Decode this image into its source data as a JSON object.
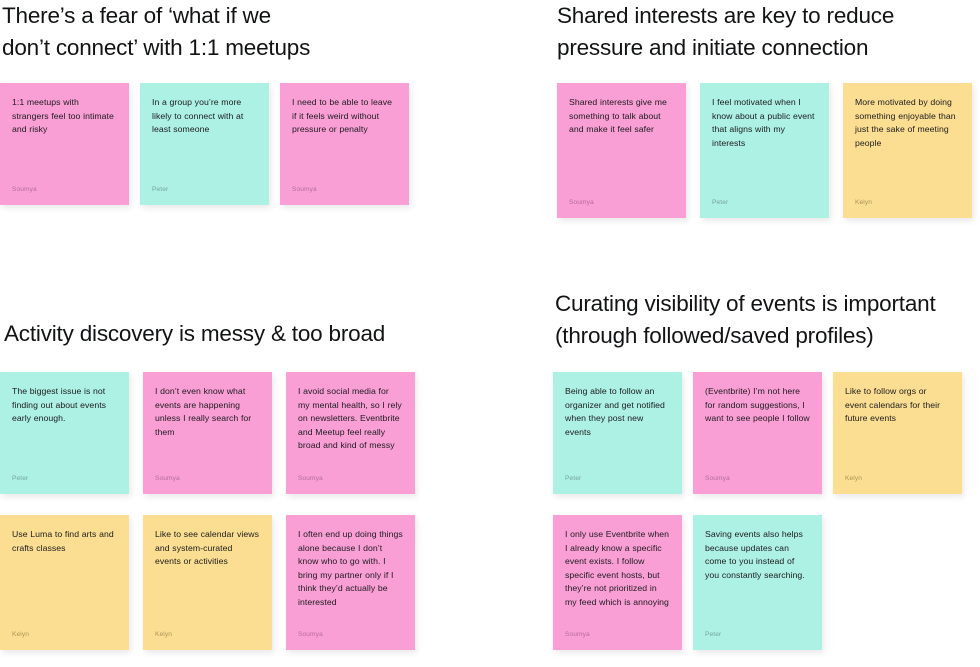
{
  "board": {
    "background_color": "#ffffff",
    "palette": {
      "pink": "#FA9ED6",
      "teal": "#ADF0E4",
      "yellow": "#FBDE91",
      "heading_text": "#121314",
      "note_text": "#1b1c1e"
    }
  },
  "quadrants": [
    {
      "id": "fear",
      "heading": "There’s a fear of ‘what if we\ndon’t connect’ with 1:1 meetups",
      "rows": [
        {
          "notes": [
            {
              "color": "pink",
              "text": "1:1 meetups with strangers feel too intimate and risky",
              "author": "Soumya"
            },
            {
              "color": "teal",
              "text": "In a group you’re more likely to connect with at least someone",
              "author": "Peter"
            },
            {
              "color": "pink",
              "text": "I need to be able to leave if it feels weird without pressure or penalty",
              "author": "Soumya"
            }
          ]
        }
      ]
    },
    {
      "id": "shared",
      "heading": "Shared interests are key to reduce\npressure and initiate connection",
      "rows": [
        {
          "notes": [
            {
              "color": "pink",
              "text": "Shared interests give me something to talk about and make it feel safer",
              "author": "Soumya"
            },
            {
              "color": "teal",
              "text": "I feel motivated when I know about a public event that aligns with my interests",
              "author": "Peter"
            },
            {
              "color": "yellow",
              "text": "More motivated by doing something enjoyable than just the sake of meeting people",
              "author": "Kelyn"
            }
          ]
        }
      ]
    },
    {
      "id": "discovery",
      "heading": "Activity discovery is messy & too broad",
      "rows": [
        {
          "notes": [
            {
              "color": "teal",
              "text": "The biggest issue is not finding out about events early enough.",
              "author": "Peter"
            },
            {
              "color": "pink",
              "text": "I don’t even know what events are happening unless I really search for them",
              "author": "Soumya"
            },
            {
              "color": "pink",
              "text": "I avoid social media for my mental health, so I rely on newsletters. Eventbrite and Meetup feel really broad and kind of messy",
              "author": "Soumya"
            }
          ]
        },
        {
          "notes": [
            {
              "color": "yellow",
              "text": "Use Luma to find arts and crafts classes",
              "author": "Kelyn"
            },
            {
              "color": "yellow",
              "text": "Like to see calendar views and system-curated events or activities",
              "author": "Kelyn"
            },
            {
              "color": "pink",
              "text": "I often end up doing things alone because I don’t know who to go with. I bring my partner only if I think they’d actually be interested",
              "author": "Soumya"
            }
          ]
        }
      ]
    },
    {
      "id": "curating",
      "heading": "Curating visibility of events is important\n(through followed/saved profiles)",
      "rows": [
        {
          "notes": [
            {
              "color": "teal",
              "text": "Being able to follow an organizer and get notified when they post new events",
              "author": "Peter"
            },
            {
              "color": "pink",
              "text": "(Eventbrite) I’m not here for random suggestions, I want to see people I follow",
              "author": "Soumya"
            },
            {
              "color": "yellow",
              "text": "Like to follow orgs or event calendars for their future events",
              "author": "Kelyn"
            }
          ]
        },
        {
          "notes": [
            {
              "color": "pink",
              "text": "I only use Eventbrite when I already know a specific event exists. I follow specific event hosts, but they’re not prioritized in my feed which is annoying",
              "author": "Soumya"
            },
            {
              "color": "teal",
              "text": "Saving events also helps because updates can come to you instead of you constantly searching.",
              "author": "Peter"
            }
          ]
        }
      ]
    }
  ]
}
